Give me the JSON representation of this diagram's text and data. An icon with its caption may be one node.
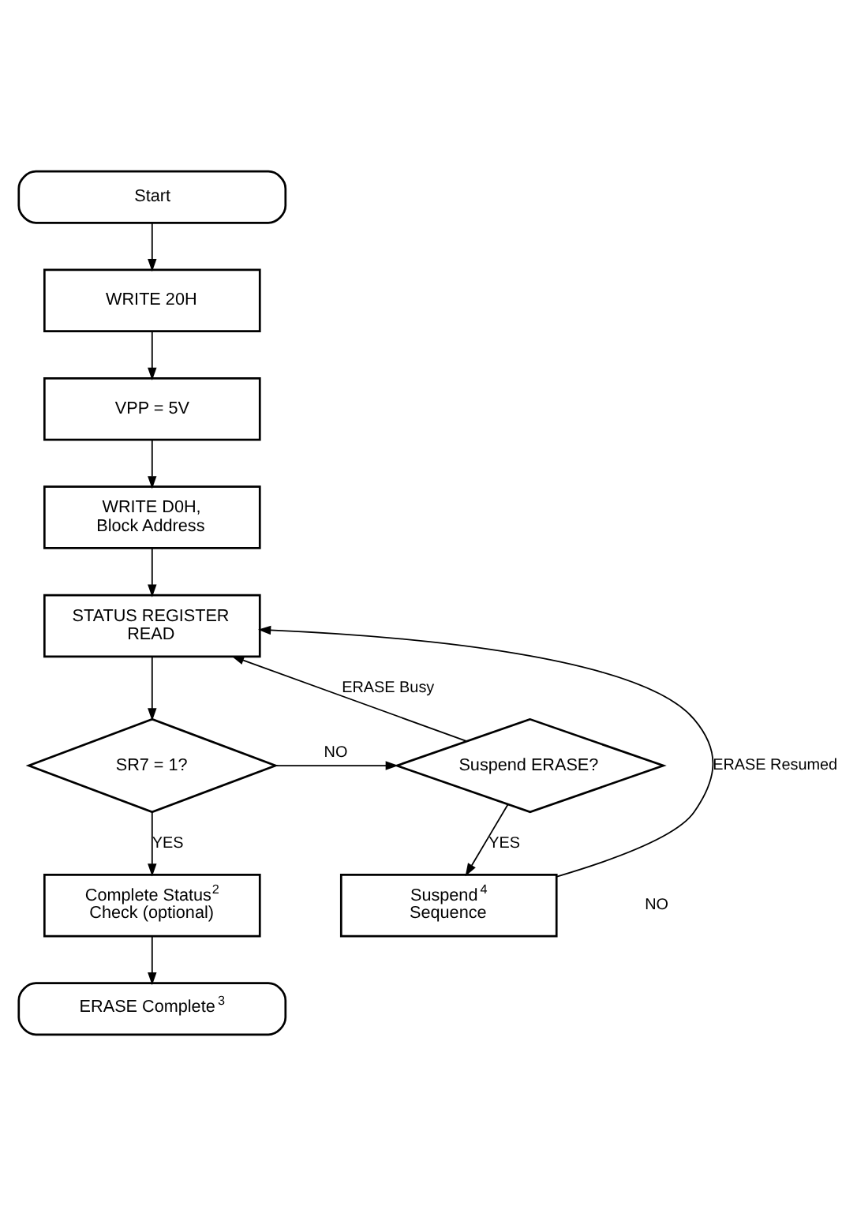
{
  "diagram": {
    "nodes": [
      {
        "text": [
          "Start"
        ]
      },
      {
        "text": [
          "WRITE 20H"
        ]
      },
      {
        "text": [
          "VPP = 5V"
        ]
      },
      {
        "text": [
          "WRITE D0H, Block Address"
        ]
      },
      {
        "text": [
          "STATUS REGISTER READ"
        ]
      },
      {
        "text": [
          "SR7 = 1?"
        ]
      },
      {
        "text": [
          "Suspend ERASE?"
        ]
      },
      {
        "text": [
          "Complete Status$^{2}$ Check (optional)"
        ]
      },
      {
        "text": [
          "Suspend$^{4}$ Sequence"
        ]
      },
      {
        "text": [
          "ERASE Complete$^{3}$"
        ]
      }
    ],
    "edges": [
      {
        "from": 0,
        "to": 1,
        "arrow": "to"
      },
      {
        "from": 1,
        "to": 2,
        "arrow": "to"
      },
      {
        "from": 2,
        "to": 3,
        "arrow": "to"
      },
      {
        "from": 3,
        "to": 4,
        "arrow": "to"
      },
      {
        "from": 4,
        "to": 5,
        "arrow": "to"
      },
      {
        "from": 5,
        "to": 6,
        "arrow": "to",
        "label": "NO"
      },
      {
        "from": 5,
        "to": 7,
        "arrow": "to",
        "label": "YES"
      },
      {
        "from": 6,
        "to": 8,
        "arrow": "to",
        "label": "YES"
      },
      {
        "from": 6,
        "to": 4,
        "arrow": "to",
        "label": "ERASE Busy"
      },
      {
        "from": 8,
        "to": 4,
        "arrow": "to",
        "label": "ERASE Resumed"
      },
      {
        "from": 7,
        "to": 9,
        "arrow": "to"
      }
    ],
    "labels": [
      "NO"
    ]
  }
}
